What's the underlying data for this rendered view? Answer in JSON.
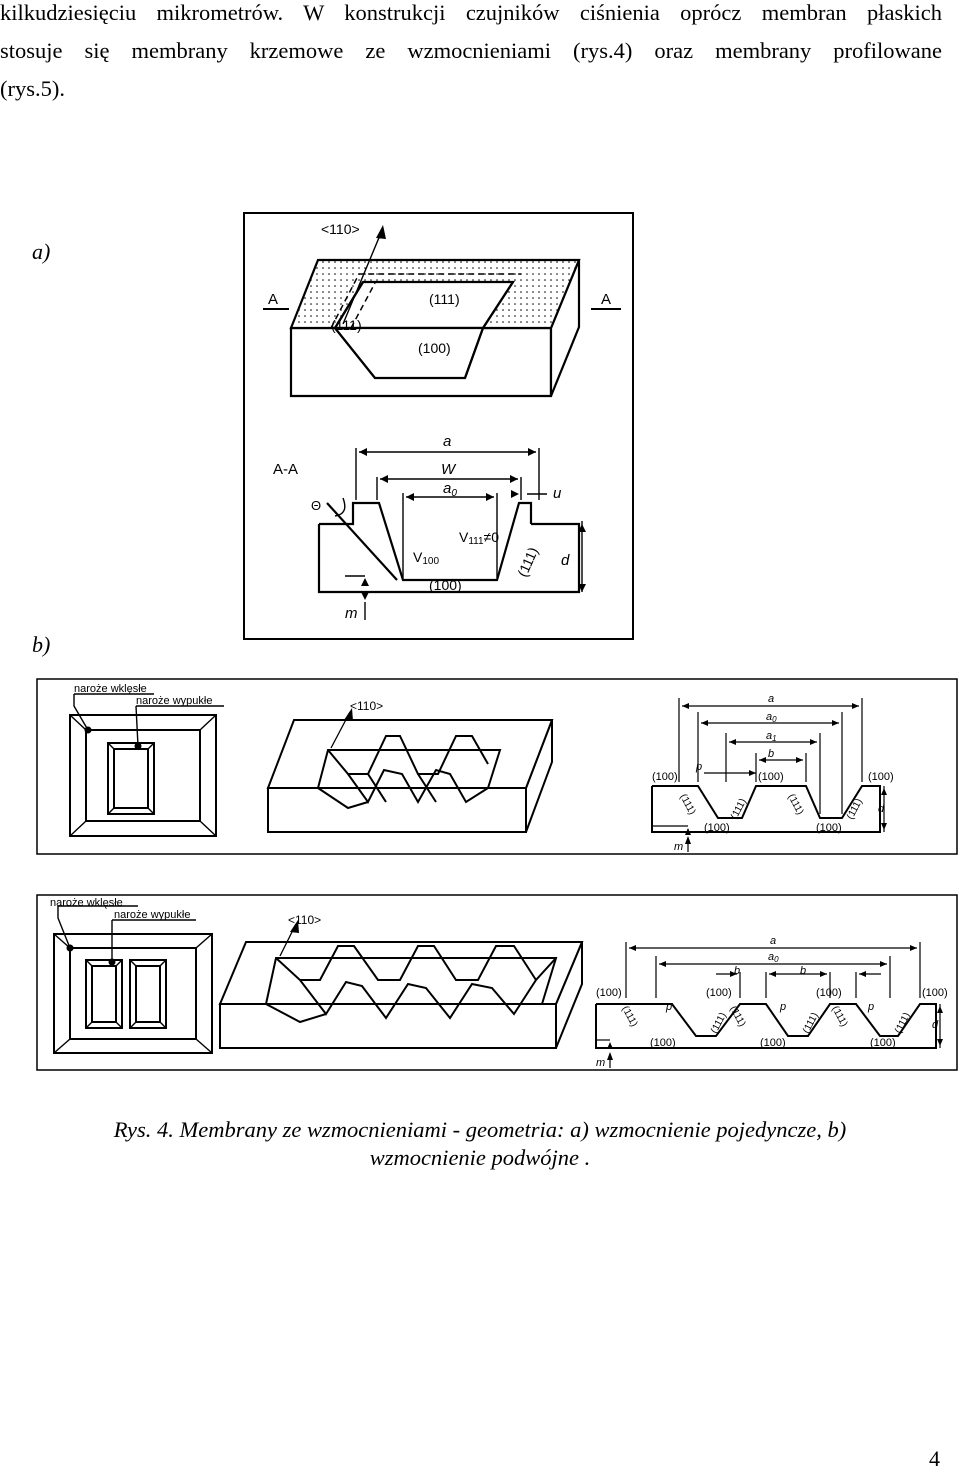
{
  "paragraph": {
    "line1": "kilkudziesięciu mikrometrów. W konstrukcji czujników ciśnienia oprócz membran płaskich",
    "line2": "stosuje się membrany krzemowe ze wzmocnieniami (rys.4) oraz membrany profilowane",
    "line3": "(rys.5)."
  },
  "label_a": "a)",
  "label_b": "b)",
  "figure_a": {
    "dir": "<110>",
    "sec_left": "A",
    "sec_right": "A",
    "plane_top": "(111)",
    "plane_left": "(111)",
    "plane_bottom": "(100)",
    "section": "A-A",
    "dim_a": "a",
    "dim_w": "W",
    "dim_a0": "a",
    "dim_a0_sub": "0",
    "dim_u": "u",
    "theta": "Θ",
    "v111": "V",
    "v111_sub": "111",
    "v111_rel": "≠0",
    "v100": "V",
    "v100_sub": "100",
    "plane_cs_side": "(111)",
    "plane_cs_bottom": "(100)",
    "dim_d": "d",
    "dim_m": "m"
  },
  "figure_b1": {
    "concave": "naroże wklęsłe",
    "convex": "naroże wypukłe",
    "dir": "<110>",
    "dim_a": "a",
    "dim_a0": "a",
    "dim_a0_sub": "0",
    "dim_a1": "a",
    "dim_a1_sub": "1",
    "dim_b": "b",
    "dim_p": "p",
    "plane_100_left": "(100)",
    "plane_100_mid": "(100)",
    "plane_100_right": "(100)",
    "plane_100_bl": "(100)",
    "plane_100_br": "(100)",
    "plane_111_1": "(111)",
    "plane_111_2": "(111)",
    "plane_111_3": "(111)",
    "plane_111_4": "(111)",
    "dim_d": "d",
    "dim_m": "m"
  },
  "figure_b2": {
    "concave": "naroże wklęsłe",
    "convex": "naroże wypukłe",
    "dir": "<110>",
    "dim_a": "a",
    "dim_a0": "a",
    "dim_a0_sub": "0",
    "dim_b1": "b",
    "dim_b2": "b",
    "dim_p1": "p",
    "dim_p2": "p",
    "dim_p3": "p",
    "plane_100_t1": "(100)",
    "plane_100_t2": "(100)",
    "plane_100_t3": "(100)",
    "plane_100_t4": "(100)",
    "plane_100_b1": "(100)",
    "plane_100_b2": "(100)",
    "plane_100_b3": "(100)",
    "plane_111_1": "(111)",
    "plane_111_2": "(111)",
    "plane_111_3": "(111)",
    "plane_111_4": "(111)",
    "plane_111_5": "(111)",
    "plane_111_6": "(111)",
    "dim_d": "d",
    "dim_m": "m"
  },
  "caption": {
    "line1": "Rys. 4. Membrany  ze  wzmocnieniami  -  geometria: a) wzmocnienie pojedyncze, b)",
    "line2": "wzmocnienie podwójne ."
  },
  "page_number": "4"
}
